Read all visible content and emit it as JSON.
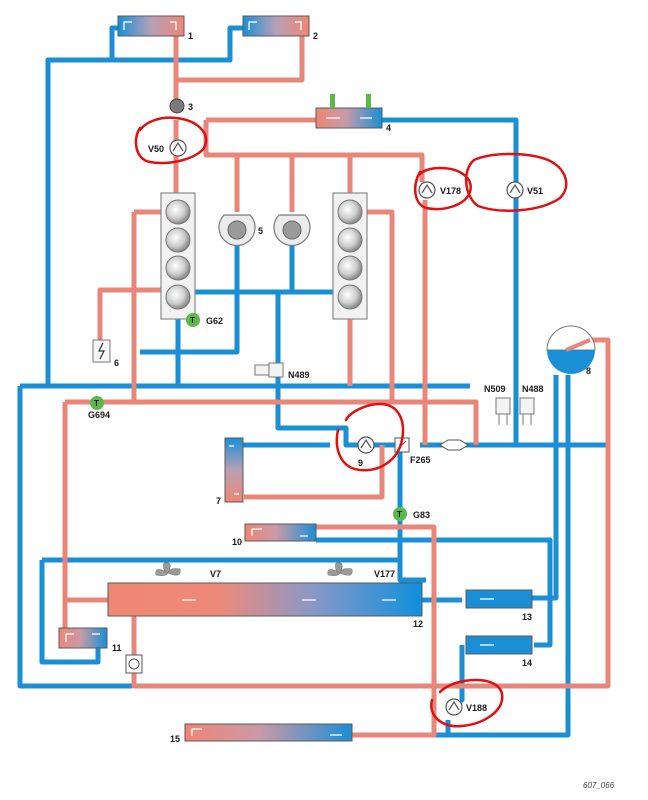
{
  "labels": {
    "n1": "1",
    "n2": "2",
    "n3": "3",
    "n4": "4",
    "n5": "5",
    "n6": "6",
    "n7": "7",
    "n8": "8",
    "n9": "9",
    "n10": "10",
    "n11": "11",
    "n12": "12",
    "n13": "13",
    "n14": "14",
    "n15": "15",
    "v50": "V50",
    "v178": "V178",
    "v51": "V51",
    "v7": "V7",
    "v177": "V177",
    "v188": "V188",
    "g62": "G62",
    "g694": "G694",
    "g83": "G83",
    "n489": "N489",
    "n509": "N509",
    "n488": "N488",
    "f265": "F265",
    "sensor_letter": "T",
    "caption": "607_066"
  },
  "colors": {
    "hot": "#e8867a",
    "cold": "#1a8fd6",
    "sensor": "#5cb84a",
    "annotation": "#e01010"
  },
  "icons": [
    "pump-icon",
    "temperature-sensor-icon",
    "fan-icon",
    "valve-icon",
    "thermostat-icon",
    "heater-icon",
    "expansion-tank-icon"
  ]
}
